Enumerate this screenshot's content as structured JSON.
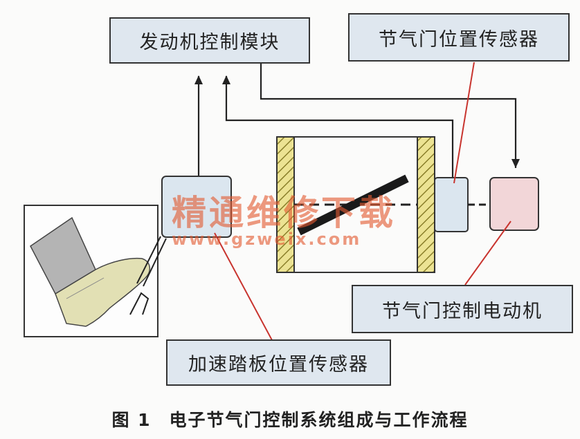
{
  "labels": {
    "engine_control_module": "发动机控制模块",
    "throttle_position_sensor": "节气门位置传感器",
    "throttle_control_motor": "节气门控制电动机",
    "accelerator_pedal_sensor": "加速踏板位置传感器"
  },
  "caption": {
    "figure_number": "图 1",
    "title": "电子节气门控制系统组成与工作流程"
  },
  "watermark": {
    "text": "精通维修下载",
    "url": "www.gzweix.com"
  },
  "colors": {
    "label_box_fill": "#dfe7ef",
    "sensor_fill": "#dbe6ef",
    "motor_fill": "#f2d6d8",
    "leader_line": "#c8342e",
    "hatch_yellow": "#ece393",
    "watermark": "#e25a32"
  }
}
